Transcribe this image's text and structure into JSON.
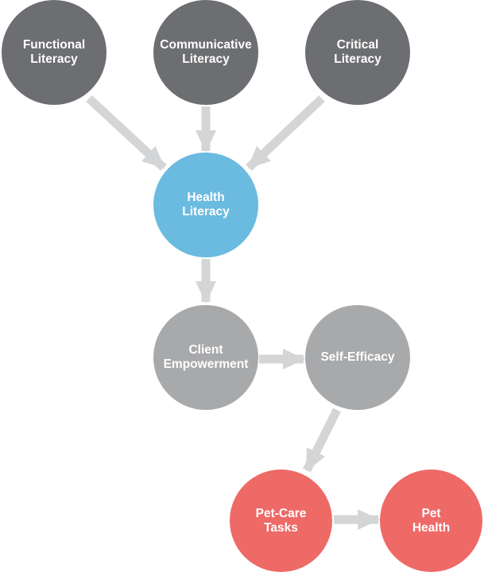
{
  "colors": {
    "dark_node": "#6d6e71",
    "blue_node": "#6bbadf",
    "light_node": "#a8a9ab",
    "red_node": "#ee6a66",
    "arrow": "#d4d5d6",
    "text": "#ffffff"
  },
  "nodes": {
    "functional_literacy": {
      "line1": "Functional",
      "line2": "Literacy"
    },
    "communicative_literacy": {
      "line1": "Communicative",
      "line2": "Literacy"
    },
    "critical_literacy": {
      "line1": "Critical",
      "line2": "Literacy"
    },
    "health_literacy": {
      "line1": "Health",
      "line2": "Literacy"
    },
    "client_empowerment": {
      "line1": "Client",
      "line2": "Empowerment"
    },
    "self_efficacy": {
      "line1": "Self-Efficacy"
    },
    "pet_care_tasks": {
      "line1": "Pet-Care",
      "line2": "Tasks"
    },
    "pet_health": {
      "line1": "Pet",
      "line2": "Health"
    }
  },
  "edges": [
    {
      "from": "functional_literacy",
      "to": "health_literacy"
    },
    {
      "from": "communicative_literacy",
      "to": "health_literacy"
    },
    {
      "from": "critical_literacy",
      "to": "health_literacy"
    },
    {
      "from": "health_literacy",
      "to": "client_empowerment"
    },
    {
      "from": "client_empowerment",
      "to": "self_efficacy"
    },
    {
      "from": "self_efficacy",
      "to": "pet_care_tasks"
    },
    {
      "from": "pet_care_tasks",
      "to": "pet_health"
    }
  ]
}
